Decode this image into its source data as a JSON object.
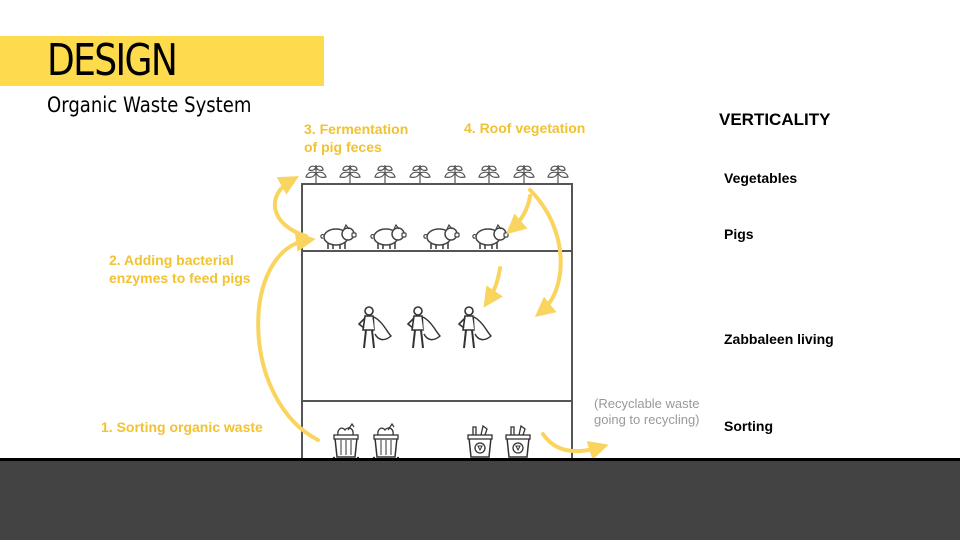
{
  "header": {
    "title": "DESIGN",
    "subtitle": "Organic Waste System"
  },
  "steps": [
    {
      "label": "1. Sorting organic waste"
    },
    {
      "label": "2. Adding bacterial\nenzymes to feed pigs"
    },
    {
      "label": "3. Fermentation\nof pig feces"
    },
    {
      "label": "4. Roof vegetation"
    }
  ],
  "note": "(Recyclable waste\ngoing to recycling)",
  "verticality": {
    "title": "VERTICALITY",
    "levels": [
      "Vegetables",
      "Pigs",
      "Zabbaleen living",
      "Sorting"
    ]
  },
  "colors": {
    "accent": "#fedb4d",
    "arrow": "#f9d45e",
    "step_text": "#f1c232",
    "note_text": "#999999",
    "ground": "#434343",
    "line": "#555555"
  },
  "icons": {
    "plant": "sprout-icon",
    "pig": "pig-icon",
    "person": "person-cape-icon",
    "organic_bin": "organic-bin-icon",
    "recycle_bin": "recycle-bin-icon"
  }
}
